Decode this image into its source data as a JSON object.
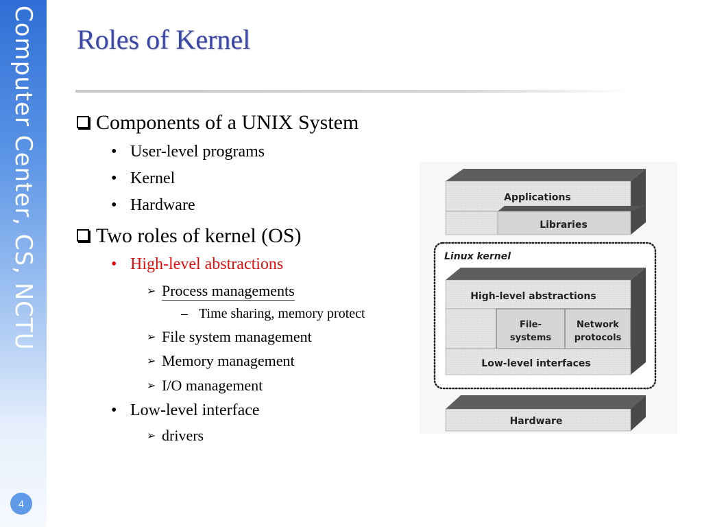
{
  "sidebar": {
    "text": "Computer Center, CS, NCTU"
  },
  "page_number": "4",
  "title": "Roles of Kernel",
  "bullets": {
    "components": "Components of a UNIX System",
    "user_level": "User-level programs",
    "kernel": "Kernel",
    "hardware": "Hardware",
    "two_roles": "Two roles of kernel (OS)",
    "high_level": "High-level abstractions",
    "process": "Process managements",
    "time_sharing": "Time sharing, memory protect",
    "file_system": "File system management",
    "memory": "Memory management",
    "io": "I/O management",
    "low_level": "Low-level interface",
    "drivers": "drivers"
  },
  "diagram": {
    "applications": "Applications",
    "libraries": "Libraries",
    "linux_kernel": "Linux kernel",
    "high_level": "High-level abstractions",
    "file_systems_1": "File-",
    "file_systems_2": "systems",
    "network_1": "Network",
    "network_2": "protocols",
    "low_level": "Low-level interfaces",
    "hardware": "Hardware"
  },
  "colors": {
    "title": "#3a47a8",
    "highlight": "#e01010",
    "sidebar_top": "#2f6fd6"
  }
}
